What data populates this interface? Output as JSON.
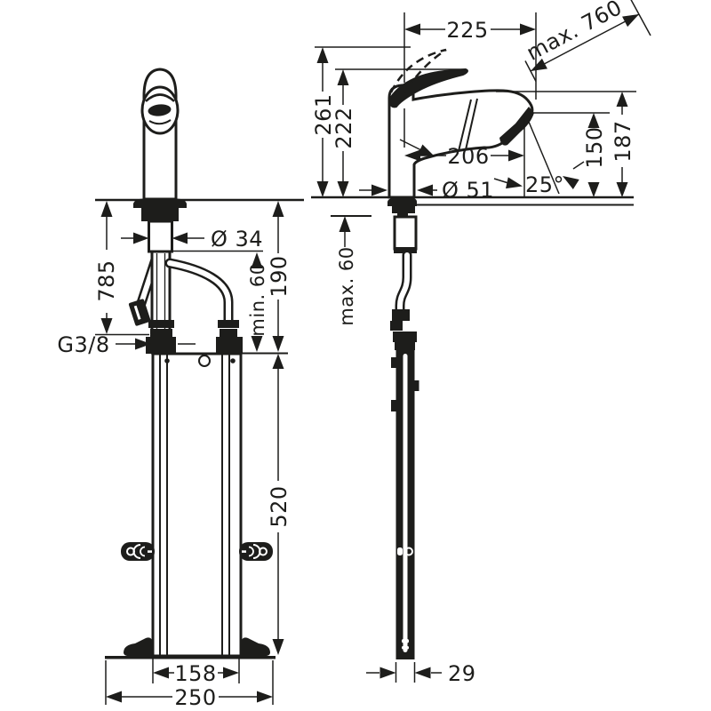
{
  "drawing": {
    "kind": "faucet-installation-dimension-drawing",
    "background_color": "#ffffff",
    "line_color": "#1d1d1b",
    "labels": {
      "spout_reach_top": "225",
      "max_pullout": "max. 760",
      "height_handle_raised": "261",
      "height_handle_closed": "222",
      "spout_reach_mid": "206",
      "base_diameter": "Ø 51",
      "spray_angle": "25°",
      "spout_outlet_height": "150",
      "spout_top_height": "187",
      "counter_thickness_max": "max. 60",
      "plate_depth": "29",
      "shank_diameter": "Ø 34",
      "hose_length": "785",
      "thread_size": "G3/8",
      "clearance_min": "min. 60",
      "deck_to_plate": "190",
      "plate_height": "520",
      "plate_width": "158",
      "overall_width": "250"
    }
  }
}
